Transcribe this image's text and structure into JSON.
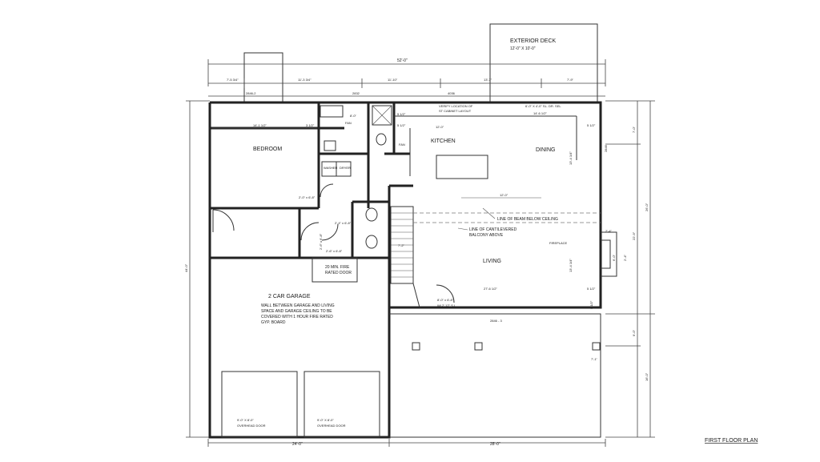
{
  "plan_title": "FIRST FLOOR PLAN",
  "exterior_deck": {
    "title": "EXTERIOR DECK",
    "size": "12'-0\" X 10'-0\""
  },
  "rooms": {
    "bedroom": "BEDROOM",
    "kitchen": "KITCHEN",
    "dining": "DINING",
    "living": "LIVING",
    "garage": "2 CAR GARAGE",
    "fireplace": "FIREPLACE"
  },
  "labels": {
    "fan": "FAN",
    "fan2": "FAN",
    "washer": "WASHER",
    "dryer": "DRYER",
    "cabinet_note_1": "VERIFY LOCATION OF",
    "cabinet_note_2": "ST CABINET LAYOUT",
    "beam_note": "LINE OF BEAM BELOW CEILING",
    "balcony_note_1": "LINE OF CANTILEVERED",
    "balcony_note_2": "BALCONY ABOVE",
    "fire_door_1": "20 MIN. FIRE",
    "fire_door_2": "RATED DOOR",
    "garage_note_1": "WALL BETWEEN GARAGE AND LIVING",
    "garage_note_2": "SPACE AND GARAGE CEILING TO BE",
    "garage_note_3": "COVERED WITH 1 HOUR FIRE RATED",
    "garage_note_4": "GYP. BOARD",
    "overhead_door_1a": "9'-0\" X 8'-0\"",
    "overhead_door_1b": "OVERHEAD DOOR",
    "overhead_door_2a": "9'-0\" X 8'-0\"",
    "overhead_door_2b": "OVERHEAD DOOR",
    "slider_1": "8'-0\" x 6'-8\"",
    "slider_2": "W/ 2' 12\" S.L.",
    "window_tag_top": "6'-0\" X 4'-0\" SL. DR. SEL"
  },
  "dimensions": {
    "overall_top": "52'-0\"",
    "top_1": "7'-5 3/4\"",
    "top_2": "11'-3 3/4\"",
    "top_3": "11'-10\"",
    "top_4": "13'-7\"",
    "top_5": "7'-9\"",
    "win_1": "2846-2",
    "win_2": "2832",
    "win_3": "4036",
    "bottom_left": "24'-0\"",
    "bottom_right": "28'-0\"",
    "left_overall": "44'-0\"",
    "right_1": "7'-0\"",
    "right_2": "26'-0\"",
    "right_3": "22'-9\"",
    "right_4": "9'-0\"",
    "right_5": "16'-0\"",
    "bedroom_w": "14'-1 1/2\"",
    "d_3_1_2": "3 1/2\"",
    "d_8_0": "8'-0\"",
    "d_5_1_2a": "5 1/2\"",
    "d_5_1_2b": "5 1/2\"",
    "d_5_1_2c": "5 1/2\"",
    "d_5_1_2d": "5 1/2\"",
    "d_5_1_2e": "5 1/2\"",
    "d_12_0": "12'-0\"",
    "d_12_0b": "12'-0\"",
    "d_16_6": "14'-6 1/2\"",
    "d_13_4": "13'-4 1/4\"",
    "d_27_6": "27'-6 1/2\"",
    "d_13_4b": "13'-4 1/4\"",
    "d_2846_3": "2846 - 3",
    "d_2846": "2846",
    "d_7_2": "7'-2\"",
    "d_2_0_68": "2'-0\" x 6'-8\"",
    "d_2_4_68": "2'-4\" x 6'-8\"",
    "d_2_6_68": "2'-6\" x 6'-8\"",
    "d_2_6_68b": "2'-6\" x 6'-8\"",
    "d_2_4": "2'-4\"",
    "d_6_0": "6'-0\"",
    "d_2_4b": "2'-4\"",
    "d_7_1": "7'-1\""
  },
  "colors": {
    "line": "#222222",
    "background": "#ffffff"
  }
}
